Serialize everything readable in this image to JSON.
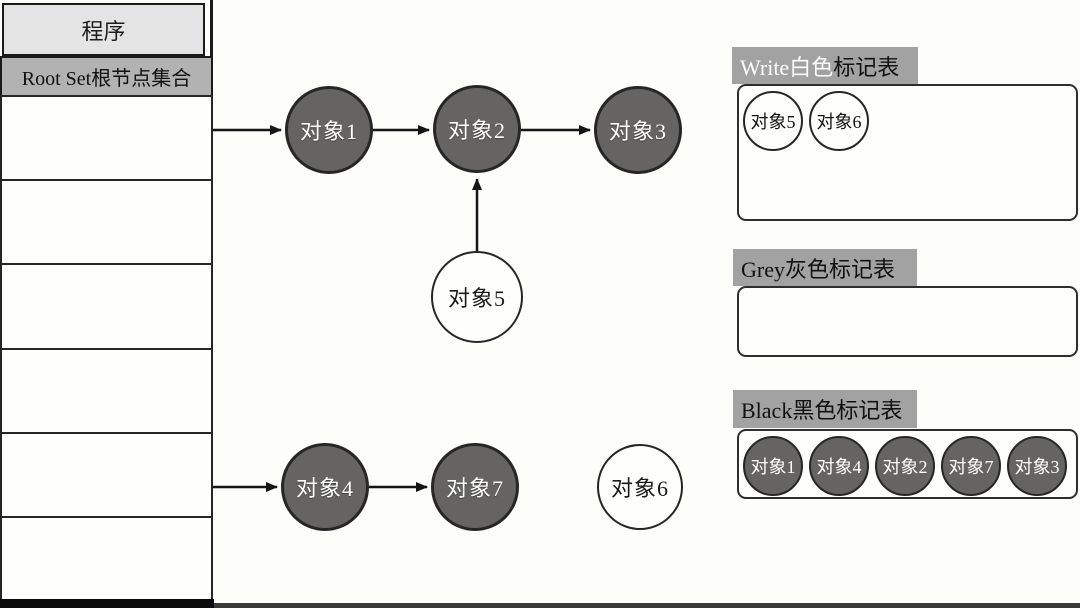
{
  "program_column": {
    "title": "程序",
    "root_set_label": "Root Set根节点集合",
    "empty_row_count": 6
  },
  "graph": {
    "nodes": [
      {
        "id": "obj1",
        "label": "对象1",
        "color": "dark"
      },
      {
        "id": "obj2",
        "label": "对象2",
        "color": "dark"
      },
      {
        "id": "obj3",
        "label": "对象3",
        "color": "dark"
      },
      {
        "id": "obj5",
        "label": "对象5",
        "color": "white"
      },
      {
        "id": "obj4",
        "label": "对象4",
        "color": "dark"
      },
      {
        "id": "obj7",
        "label": "对象7",
        "color": "dark"
      },
      {
        "id": "obj6",
        "label": "对象6",
        "color": "white"
      }
    ],
    "edges": [
      {
        "from": "root-set",
        "to": "obj1"
      },
      {
        "from": "obj1",
        "to": "obj2"
      },
      {
        "from": "obj2",
        "to": "obj3"
      },
      {
        "from": "obj5",
        "to": "obj2"
      },
      {
        "from": "root-set",
        "to": "obj4"
      },
      {
        "from": "obj4",
        "to": "obj7"
      }
    ]
  },
  "tables": {
    "white": {
      "title_highlight": "Write白色",
      "title_rest": "标记表",
      "items": [
        "对象5",
        "对象6"
      ]
    },
    "grey": {
      "title": "Grey灰色标记表",
      "items": []
    },
    "black": {
      "title": "Black黑色标记表",
      "items": [
        "对象1",
        "对象4",
        "对象2",
        "对象7",
        "对象3"
      ]
    }
  },
  "colors": {
    "dark_node_fill": "#656463",
    "white_node_fill": "#fefefc",
    "node_border": "#262626",
    "panel_header_grey": "#a2a2a2",
    "root_set_grey": "#b2b2b2",
    "program_grey": "#e4e4e4",
    "edge_line": "#151515",
    "background": "#fdfdfa"
  }
}
